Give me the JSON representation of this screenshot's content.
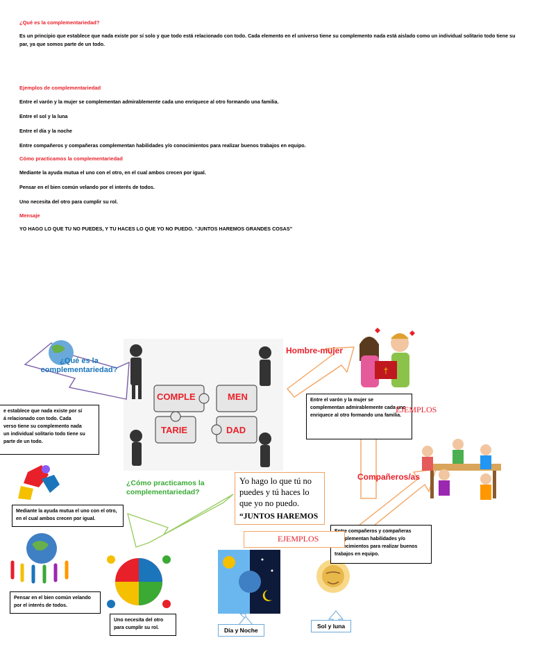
{
  "doc": {
    "q1_heading": "¿Qué es la complementariedad?",
    "q1_text": "Es un principio que establece que nada existe por sí solo y que todo está relacionado con todo. Cada elemento en el universo tiene su complemento nada está aislado como un individual solitario todo tiene su par, ya que somos parte de un todo.",
    "examples_heading": "Ejemplos de complementariedad",
    "examples": [
      "Entre el varón y la mujer se complementan admirablemente cada uno enriquece al otro formando una familia.",
      "Entre el sol y la luna",
      "Entre el día y la noche",
      "Entre compañeros y compañeras complementan habilidades y/o conocimientos para realizar buenos trabajos en equipo."
    ],
    "practice_heading": "Cómo practicamos la complementariedad",
    "practice": [
      "Mediante  la ayuda mutua el uno con el otro, en el cual ambos crecen por igual.",
      "Pensar en el bien común velando por el interés de todos.",
      "Uno necesita del otro para cumplir su rol."
    ],
    "message_heading": "Mensaje",
    "message_text": "YO HAGO LO QUE TU NO PUEDES, Y TU HACES LO QUE YO NO PUEDO. “JUNTOS HAREMOS GRANDES COSAS”"
  },
  "map": {
    "what_label": "¿Qué es la complementariedad?",
    "what_box": "e establece que nada existe por sí\ná relacionado con todo. Cada\nverso tiene su complemento nada\nun individual solitario todo tiene su\nparte de un todo.",
    "puzzle": [
      "COMPLE",
      "MEN",
      "TARIE",
      "DAD"
    ],
    "hombre_mujer": "Hombre-mujer",
    "hombre_box": "Entre el varón y la mujer se complementan admirablemente cada uno enriquece al otro formando una familia.",
    "ejemplos_right": "EJEMPLOS",
    "companeros": "Compañeros/as",
    "companeros_box": "Entre compañeros y compañeras complementan habilidades y/o conocimientos para realizar buenos trabajos en equipo.",
    "practice_label": "¿Cómo practicamos la complementariedad?",
    "mutual_box": "Mediante  la ayuda mutua el uno con el otro, en el cual ambos crecen por igual.",
    "quote_lines": [
      "Yo hago lo que tú no",
      "puedes y tú haces lo",
      "que yo no puedo.",
      "“JUNTOS HAREMOS"
    ],
    "ejemplos_center": "EJEMPLOS",
    "bien_box": "Pensar en el bien común velando por el interés de todos.",
    "rol_box": "Uno necesita del otro para cumplir su rol.",
    "dia_noche": "Día y Noche",
    "sol_luna": "Sol y luna"
  },
  "colors": {
    "heading_red": "#e8202a",
    "blue": "#1b75bb",
    "green": "#3aaa35",
    "arrow_orange": "#f4a460",
    "arrow_purple": "#7b5ea7"
  }
}
